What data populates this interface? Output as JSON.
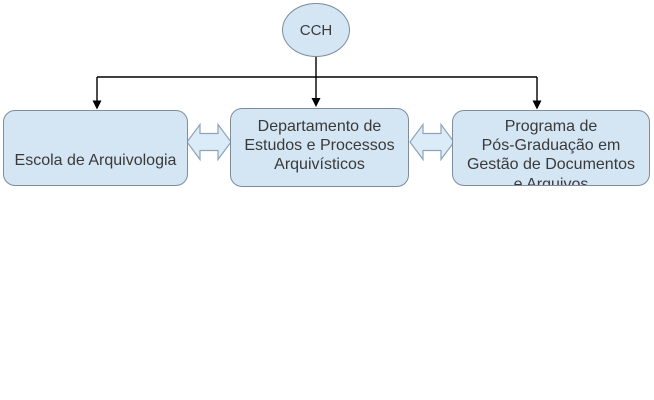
{
  "colors": {
    "background": "#ffffff",
    "node-fill": "#d4e5f3",
    "node-border": "#7d8d9b",
    "arrow-fill": "#dcebf8",
    "arrow-border": "#8da4ba",
    "connector": "#000000",
    "text": "#3a3a3a"
  },
  "icons": {
    "double_arrow": "left-right-arrow",
    "drop_arrow": "down-arrowhead"
  },
  "diagram": {
    "root": {
      "id": "cch",
      "label": "CCH"
    },
    "boxes": [
      {
        "id": "escola",
        "lines": [
          "Escola de Arquivologia"
        ]
      },
      {
        "id": "departamento",
        "lines": [
          "Departamento de",
          "Estudos e Processos",
          "Arquivísticos"
        ]
      },
      {
        "id": "programa",
        "lines": [
          "Programa de",
          "Pós-Graduação em",
          "Gestão de Documentos",
          "e Arquivos"
        ],
        "last_line_clipped": true
      }
    ],
    "edges": [
      {
        "from": "cch",
        "to": "escola",
        "type": "directed"
      },
      {
        "from": "cch",
        "to": "departamento",
        "type": "directed"
      },
      {
        "from": "cch",
        "to": "programa",
        "type": "directed"
      },
      {
        "from": "escola",
        "to": "departamento",
        "type": "bidirectional"
      },
      {
        "from": "departamento",
        "to": "programa",
        "type": "bidirectional"
      }
    ]
  }
}
